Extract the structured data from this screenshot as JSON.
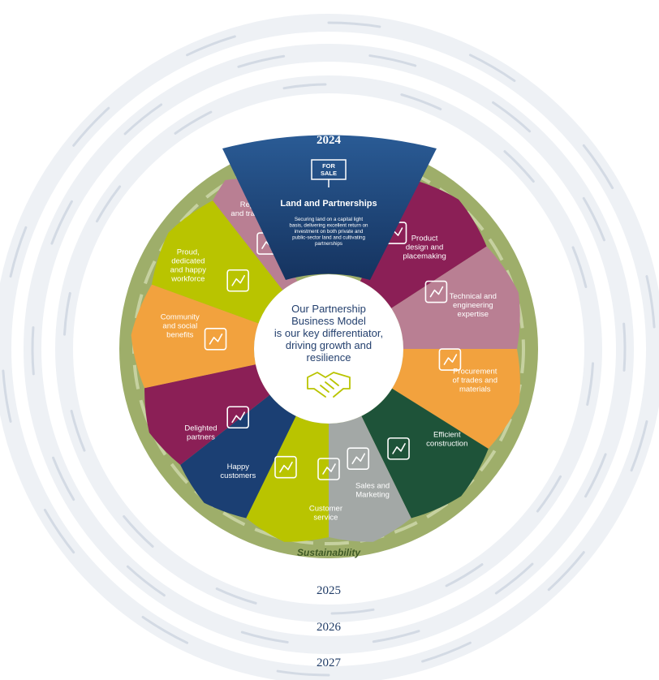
{
  "years": {
    "current": "2024",
    "next": [
      "2025",
      "2026",
      "2027"
    ]
  },
  "center": {
    "lines": [
      "Our Partnership",
      "Business Model",
      "is our key differentiator,",
      "driving growth and",
      "resilience"
    ]
  },
  "ring_label": "Sustainability",
  "top_segment": {
    "title": "Land and Partnerships",
    "description": [
      "Securing land on a capital light",
      "basis, delivering excellent return on",
      "investment on both private and",
      "public-sector land and cultivating",
      "partnerships"
    ],
    "sign_lines": [
      "FOR",
      "SALE"
    ]
  },
  "segments": [
    {
      "id": "product-design",
      "lines": [
        "Product",
        "design and",
        "placemaking"
      ],
      "icon": "map-icon"
    },
    {
      "id": "technical-expertise",
      "lines": [
        "Technical and",
        "engineering",
        "expertise"
      ],
      "icon": "engineer-icon"
    },
    {
      "id": "procurement",
      "lines": [
        "Procurement",
        "of trades and",
        "materials"
      ],
      "icon": "wheelbarrow-icon"
    },
    {
      "id": "efficient-construction",
      "lines": [
        "Efficient",
        "construction"
      ],
      "icon": "bar-growth-icon"
    },
    {
      "id": "sales-marketing",
      "lines": [
        "Sales and",
        "Marketing"
      ],
      "icon": "dashboard-icon"
    },
    {
      "id": "customer-service",
      "lines": [
        "Customer",
        "service"
      ],
      "icon": "hand-house-icon"
    },
    {
      "id": "happy-customers",
      "lines": [
        "Happy",
        "customers"
      ],
      "icon": "house-heart-icon"
    },
    {
      "id": "delighted-partners",
      "lines": [
        "Delighted",
        "partners"
      ],
      "icon": "handshake-icon"
    },
    {
      "id": "community-benefits",
      "lines": [
        "Community",
        "and social",
        "benefits"
      ],
      "icon": "infinity-check-icon"
    },
    {
      "id": "happy-workforce",
      "lines": [
        "Proud,",
        "dedicated",
        "and happy",
        "workforce"
      ],
      "icon": "workers-icon"
    },
    {
      "id": "reputation",
      "lines": [
        "Reputation",
        "and track record"
      ],
      "icon": "shield-check-icon"
    }
  ],
  "colors": {
    "navy": "#1b3f73",
    "magenta": "#8b1f56",
    "dusty_pink": "#b97f93",
    "orange": "#f2a23e",
    "dark_green": "#1e5339",
    "grey": "#a3a8a6",
    "lime": "#b9c400",
    "olive_ring": "#9eae6a",
    "sustainability_text": "#3f5a25",
    "year_text": "#1f3b66"
  }
}
